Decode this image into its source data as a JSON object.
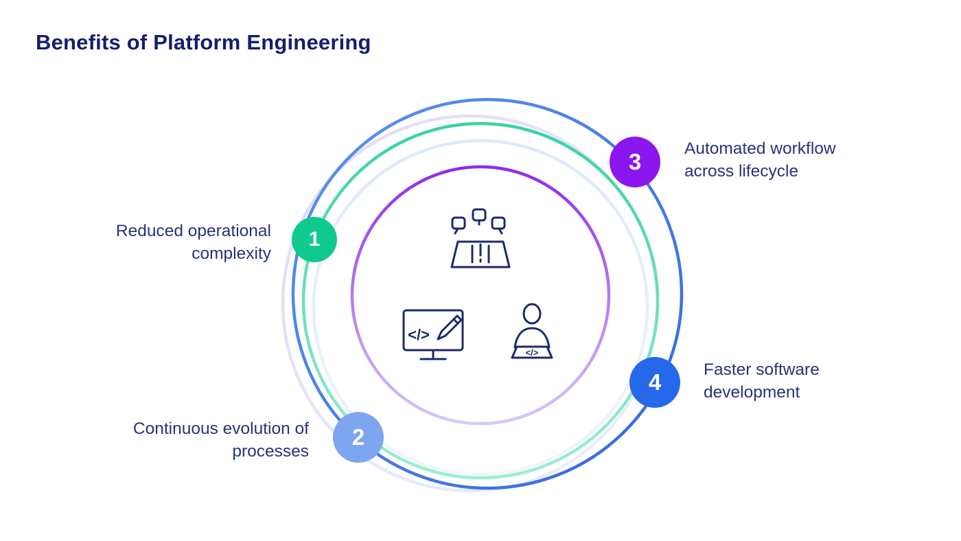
{
  "title": "Benefits of Platform Engineering",
  "diagram": {
    "type": "concentric-rings-benefits",
    "text_color": "#27337C",
    "title_color": "#121F6E",
    "benefits": [
      {
        "number": "1",
        "label": "Reduced operational complexity",
        "badge_color": "#10C98F",
        "label_side": "left"
      },
      {
        "number": "2",
        "label": "Continuous evolution of processes",
        "badge_color": "#7EA5F0",
        "label_side": "left"
      },
      {
        "number": "3",
        "label": "Automated workflow across lifecycle",
        "badge_color": "#8A16F0",
        "label_side": "right"
      },
      {
        "number": "4",
        "label": "Faster software development",
        "badge_color": "#2668EA",
        "label_side": "right"
      }
    ],
    "ring_colors": {
      "outer_blue": "#3D7BE8",
      "teal": "#37D3A0",
      "faint_lavender": "#E2D9F9",
      "faint_blue": "#DCE9FB",
      "inner_purple": "#8F2BE8"
    },
    "center_icons": [
      "team-collaboration-icon",
      "code-editor-pencil-icon",
      "developer-icon"
    ],
    "icon_stroke_color": "#1B2A6B"
  }
}
